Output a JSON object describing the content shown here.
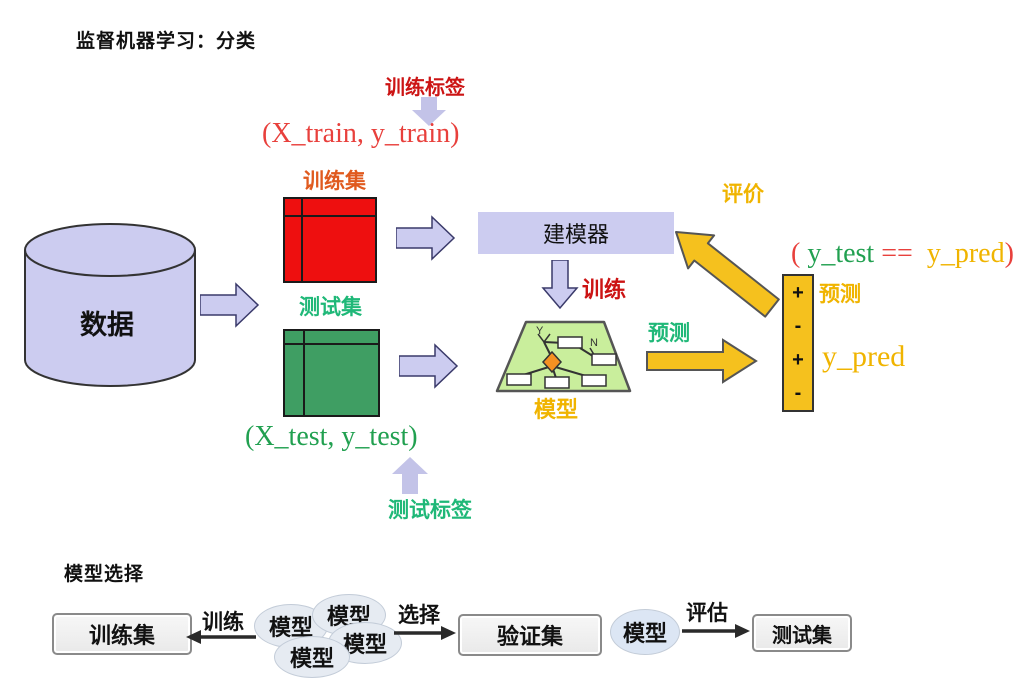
{
  "colors": {
    "lavender_fill": "#ccccf0",
    "lavender_arrow": "#c3c3e8",
    "red_text": "#cc1414",
    "bright_red_text": "#e8403c",
    "orange_text": "#e05a1e",
    "red_grid_fill": "#ee0f0f",
    "green_grid_fill": "#3f9e63",
    "teal_text": "#1fb878",
    "green_text": "#21a050",
    "gold_fill": "#f5c11e",
    "gold_text": "#f0b400",
    "tree_fill": "#c9ee9c",
    "tree_node_orange": "#f59122"
  },
  "diagram1": {
    "title": "监督机器学习：分类",
    "train_labels": "训练标签",
    "xy_train": "(X_train, y_train)",
    "train_set": "训练集",
    "data_label": "数据",
    "test_set": "测试集",
    "modeler": "建模器",
    "train": "训练",
    "model_label": "模型",
    "tree": {
      "yes": "Y",
      "no": "N"
    },
    "predict_left": "预测",
    "predict_right": "预测",
    "y_pred": "y_pred",
    "evaluate": "评价",
    "expression": {
      "open": "( ",
      "left": "y_test",
      "op": " == ",
      "right": " y_pred",
      "close": ")"
    },
    "xy_test": "(X_test, y_test)",
    "test_labels": "测试标签",
    "pred_column": [
      "+",
      "-",
      "+",
      "-"
    ]
  },
  "diagram2": {
    "heading": "模型选择",
    "train_box": "训练集",
    "train_arrow_label": "训练",
    "models": [
      "模型",
      "模型",
      "模型",
      "模型"
    ],
    "select_label": "选择",
    "validation_box": "验证集",
    "model_single": "模型",
    "evaluate_label": "评估",
    "test_box": "测试集"
  }
}
